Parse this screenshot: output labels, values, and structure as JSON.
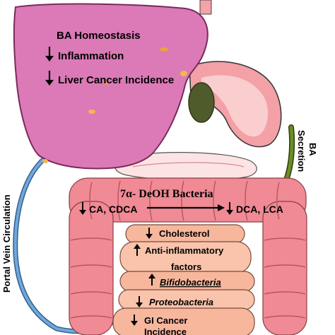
{
  "liver": {
    "title": "BA Homeostasis",
    "items": [
      "Inflammation",
      "Liver Cancer Incidence"
    ],
    "item_arrows": [
      "down-arrow-icon",
      "down-arrow-icon"
    ]
  },
  "side_labels": {
    "portal": "Portal Vein Circulation",
    "secretion": [
      "BA",
      "Secretion"
    ]
  },
  "colon": {
    "bacteria_title": "7α- DeOH Bacteria",
    "substrate": "CA, CDCA",
    "product": "DCA, LCA"
  },
  "effects": [
    {
      "icon": "down-arrow-icon",
      "lines": [
        "Cholesterol"
      ],
      "italic": false
    },
    {
      "icon": "up-arrow-icon",
      "lines": [
        "Anti-inflammatory",
        "factors"
      ],
      "italic": false
    },
    {
      "icon": "up-arrow-icon",
      "lines": [
        "Bifidobacteria"
      ],
      "italic": true
    },
    {
      "icon": "down-arrow-icon",
      "lines": [
        "Proteobacteria"
      ],
      "italic": true
    },
    {
      "icon": "down-arrow-icon",
      "lines": [
        "GI Cancer",
        "Incidence"
      ],
      "italic": false
    }
  ],
  "colors": {
    "liver": "#db7ab7",
    "liver_stroke": "#7a2a5c",
    "intestine": "#f08a95",
    "stomach": "#f3a0a6",
    "gallbladder": "#4f5b2a",
    "portal_vein": "#6fa8dc",
    "bile_duct": "#6b8e23",
    "band": "#f7b79d"
  }
}
